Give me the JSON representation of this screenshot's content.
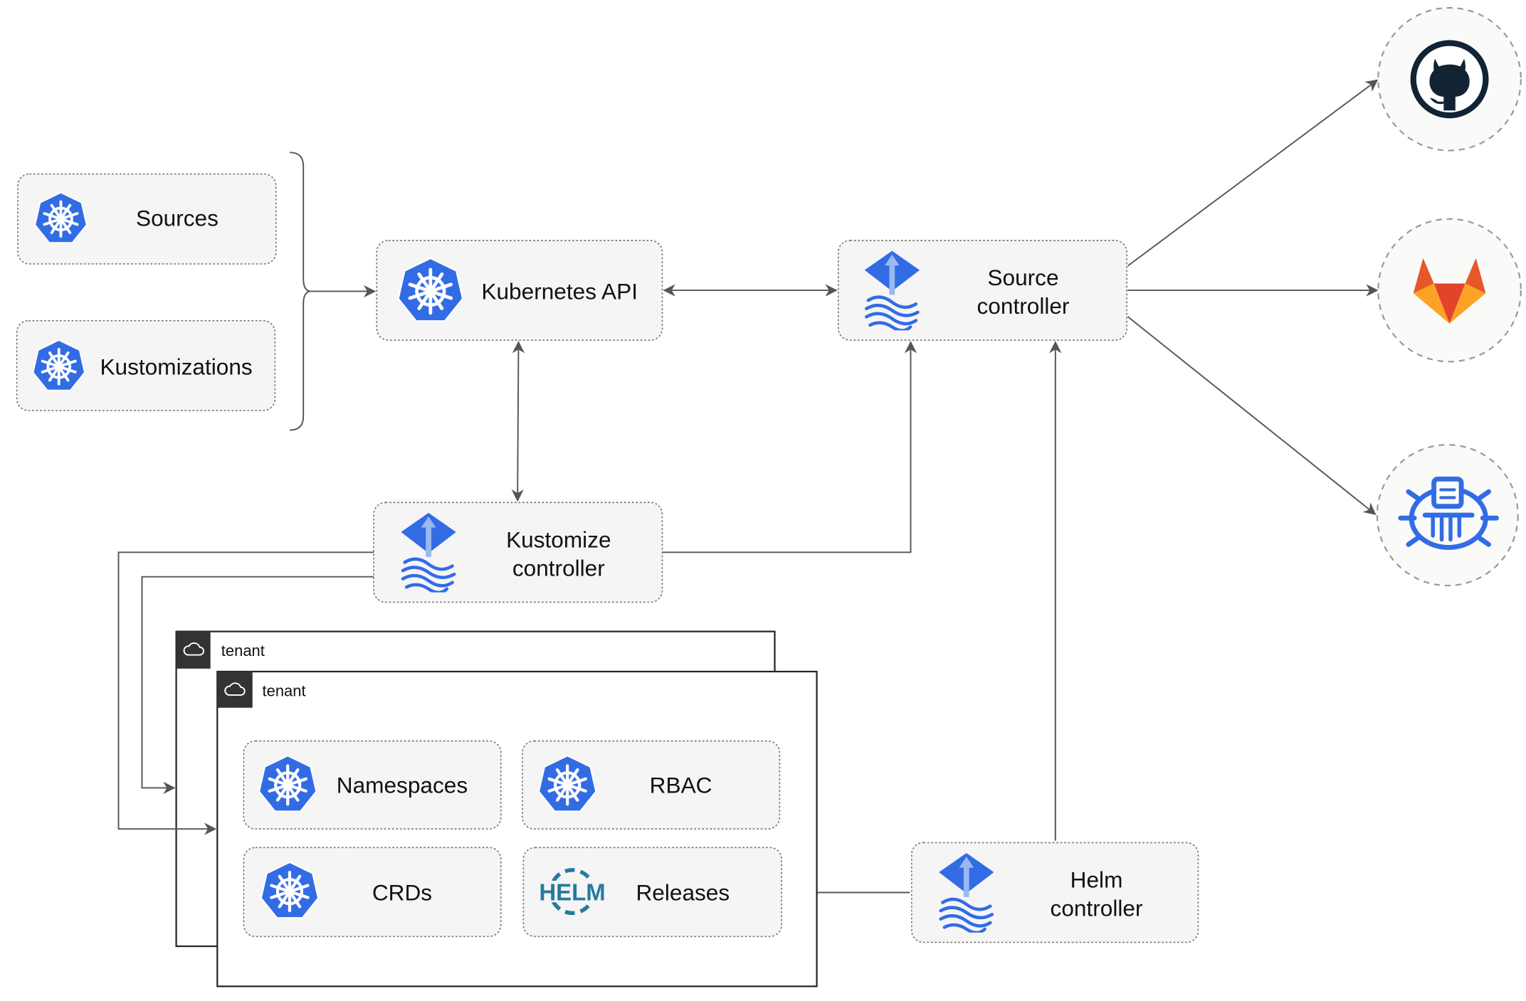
{
  "nodes": {
    "sources": "Sources",
    "kustomizations": "Kustomizations",
    "kubernetes_api": "Kubernetes API",
    "source_controller": [
      "Source",
      "controller"
    ],
    "kustomize_controller": [
      "Kustomize",
      "controller"
    ],
    "helm_controller": [
      "Helm",
      "controller"
    ],
    "namespaces": "Namespaces",
    "rbac": "RBAC",
    "crds": "CRDs",
    "releases": "Releases"
  },
  "tenants": [
    "tenant",
    "tenant"
  ],
  "helm_logo_text": "HELM",
  "external_sources": [
    "github-icon",
    "gitlab-icon",
    "helm-repository-icon"
  ],
  "colors": {
    "kubernetes_blue": "#326ce5",
    "github_dark": "#122333",
    "gitlab_orange": "#e8572a",
    "gitlab_light": "#fca326",
    "helm_blue": "#277a9f",
    "tenant_header": "#333333"
  }
}
